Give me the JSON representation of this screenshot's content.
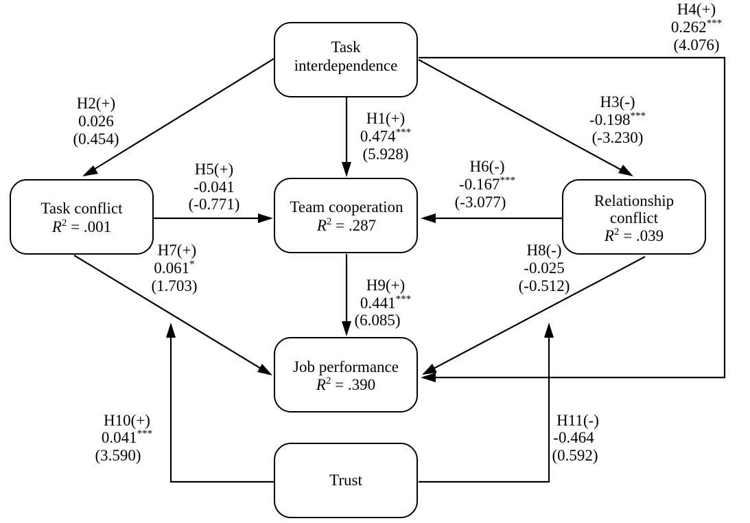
{
  "nodes": {
    "task_interdependence": {
      "line1": "Task",
      "line2": "interdependence"
    },
    "task_conflict": {
      "line1": "Task conflict",
      "r2_value": " = .001"
    },
    "team_cooperation": {
      "line1": "Team cooperation",
      "r2_value": " = .287"
    },
    "relationship_conflict": {
      "line1": "Relationship",
      "line2": "conflict",
      "r2_value": " = .039"
    },
    "job_performance": {
      "line1": "Job performance",
      "r2_value": " = .390"
    },
    "trust": {
      "line1": "Trust"
    }
  },
  "r2_symbol": "R",
  "r2_exponent": "2",
  "paths": {
    "h1": {
      "hypothesis": "H1(+)",
      "coef": "0.474",
      "sig": "***",
      "t": "(5.928)"
    },
    "h2": {
      "hypothesis": "H2(+)",
      "coef": "0.026",
      "sig": "",
      "t": "(0.454)"
    },
    "h3": {
      "hypothesis": "H3(-)",
      "coef": "-0.198",
      "sig": "***",
      "t": "(-3.230)"
    },
    "h4": {
      "hypothesis": "H4(+)",
      "coef": "0.262",
      "sig": "***",
      "t": "(4.076)"
    },
    "h5": {
      "hypothesis": "H5(+)",
      "coef": "-0.041",
      "sig": "",
      "t": "(-0.771)"
    },
    "h6": {
      "hypothesis": "H6(-)",
      "coef": "-0.167",
      "sig": "***",
      "t": "(-3.077)"
    },
    "h7": {
      "hypothesis": "H7(+)",
      "coef": "0.061",
      "sig": "*",
      "t": "(1.703)"
    },
    "h8": {
      "hypothesis": "H8(-)",
      "coef": "-0.025",
      "sig": "",
      "t": "(-0.512)"
    },
    "h9": {
      "hypothesis": "H9(+)",
      "coef": "0.441",
      "sig": "***",
      "t": "(6.085)"
    },
    "h10": {
      "hypothesis": "H10(+)",
      "coef": "0.041",
      "sig": "***",
      "t": "(3.590)"
    },
    "h11": {
      "hypothesis": "H11(-)",
      "coef": "-0.464",
      "sig": "",
      "t": "(0.592)"
    }
  }
}
